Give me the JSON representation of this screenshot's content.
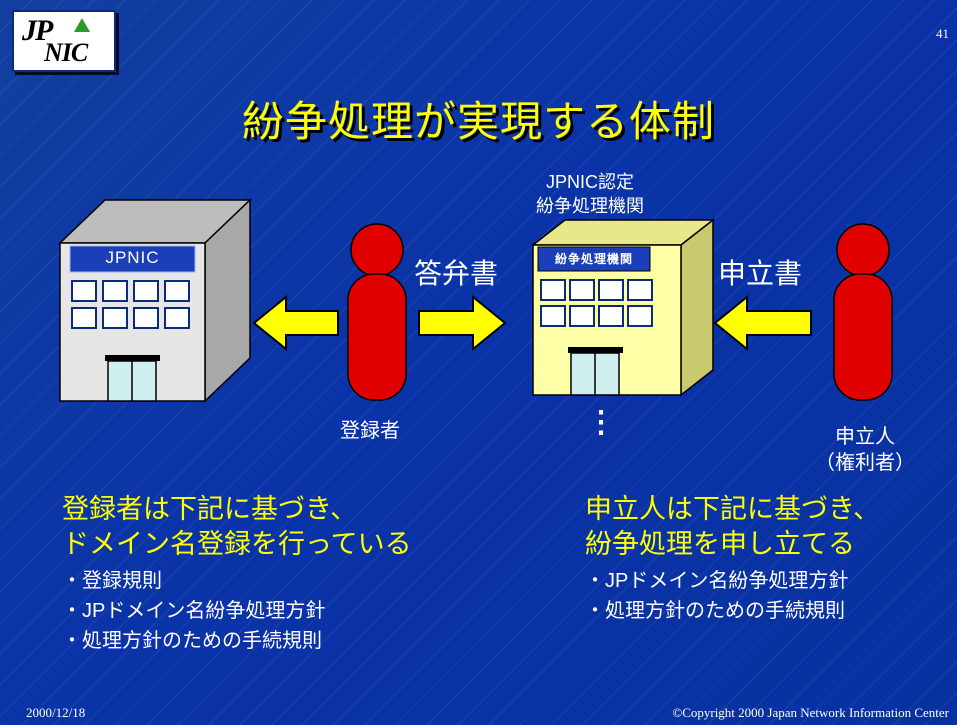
{
  "slide": {
    "logo_text_top": "JP",
    "logo_text_bottom": "NIC",
    "page_number": "41",
    "title": "紛争処理が実現する体制",
    "footer_date": "2000/12/18",
    "footer_copyright": "©Copyright 2000 Japan Network Information Center"
  },
  "diagram": {
    "jpnic_building_sign": "JPNIC",
    "org_building_sign": "紛争処理機関",
    "org_label_line1": "JPNIC認定",
    "org_label_line2": "紛争処理機関",
    "answer_doc": "答弁書",
    "complaint_doc": "申立書",
    "registrant_label": "登録者",
    "complainant_label_line1": "申立人",
    "complainant_label_line2": "（権利者）",
    "ellipsis": "⋮"
  },
  "left_panel": {
    "heading_line1": "登録者は下記に基づき、",
    "heading_line2": "ドメイン名登録を行っている",
    "bullets": [
      "・登録規則",
      "・JPドメイン名紛争処理方針",
      "・処理方針のための手続規則"
    ]
  },
  "right_panel": {
    "heading_line1": "申立人は下記に基づき、",
    "heading_line2": "紛争処理を申し立てる",
    "bullets": [
      "・JPドメイン名紛争処理方針",
      "・処理方針のための手続規則"
    ]
  },
  "colors": {
    "background": "#0a33a8",
    "title": "#ffff00",
    "person": "#e00000",
    "arrow": "#ffff00",
    "building_jpnic": "#dcdcdc",
    "building_org": "#ffffa0",
    "sign": "#1a3fb8"
  }
}
